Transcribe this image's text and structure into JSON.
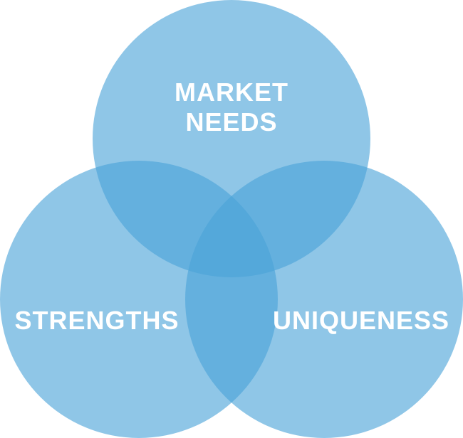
{
  "diagram": {
    "type": "venn-3",
    "colors": {
      "circle_fill": "#4aa3d8",
      "background": "#ffffff",
      "label_color": "#ffffff"
    },
    "circles": [
      {
        "id": "market-needs",
        "label_lines": [
          "MARKET",
          "NEEDS"
        ]
      },
      {
        "id": "strengths",
        "label_lines": [
          "STRENGTHS"
        ]
      },
      {
        "id": "uniqueness",
        "label_lines": [
          "UNIQUENESS"
        ]
      }
    ]
  }
}
